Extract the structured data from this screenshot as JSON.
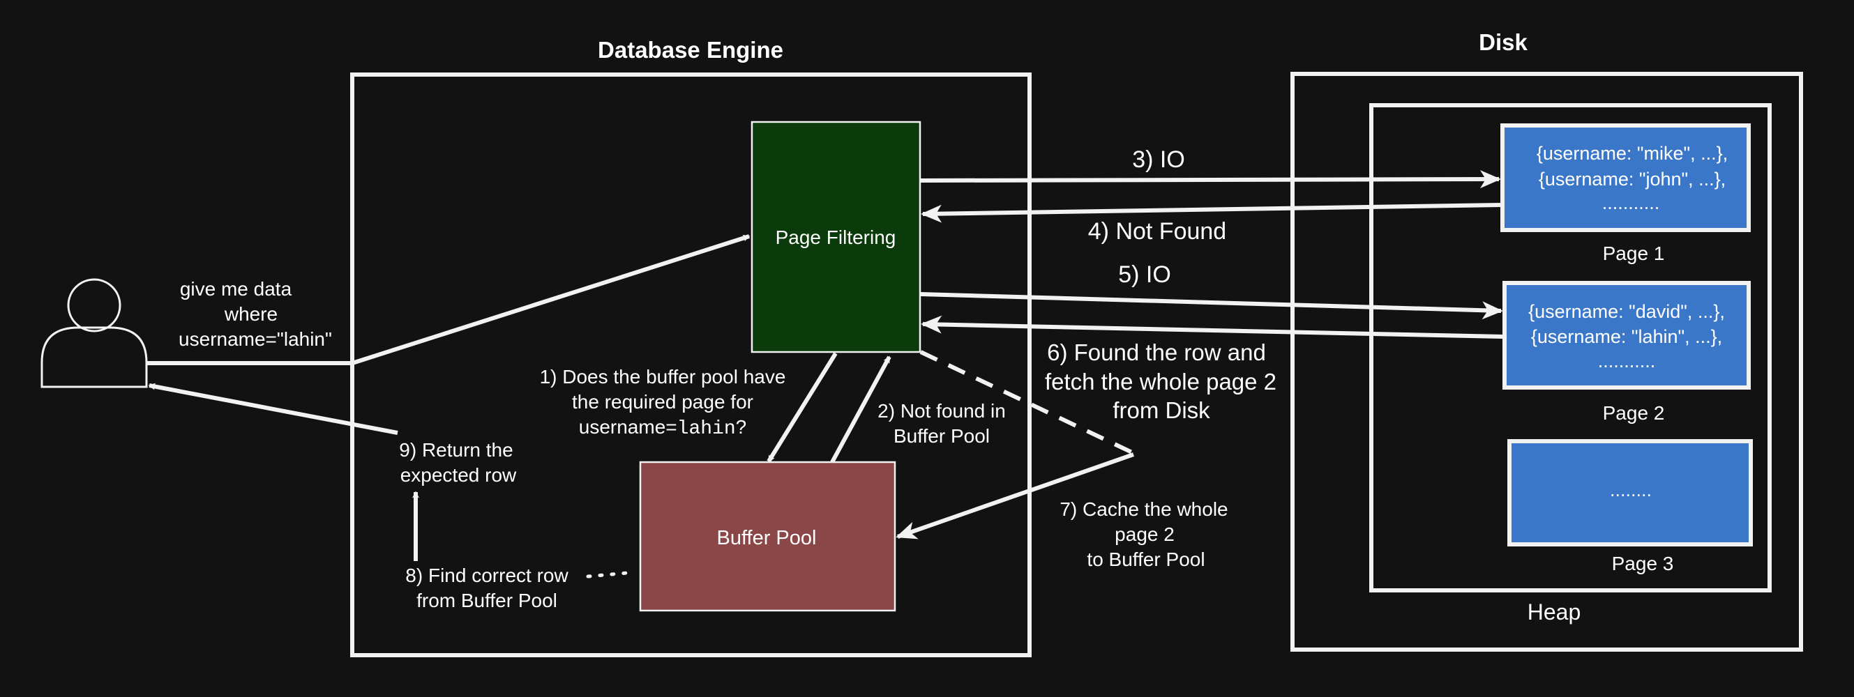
{
  "colors": {
    "background": "#121212",
    "stroke": "#f2f2f2",
    "page_filtering_fill": "#0b3a0b",
    "buffer_pool_fill": "#8b4647",
    "disk_page_fill": "#3b77c8"
  },
  "engine": {
    "title": "Database Engine"
  },
  "disk": {
    "title": "Disk",
    "heap_label": "Heap"
  },
  "user": {
    "icon": "user-icon",
    "request_lines": [
      "give me data",
      "where",
      "username=\"lahin\""
    ]
  },
  "page_filtering": {
    "label": "Page Filtering"
  },
  "buffer_pool": {
    "label": "Buffer Pool"
  },
  "pages": [
    {
      "label": "Page 1",
      "lines": [
        "{username: \"mike\", ...},",
        "{username: \"john\", ...},",
        "..........."
      ]
    },
    {
      "label": "Page 2",
      "lines": [
        "{username: \"david\", ...},",
        "{username: \"lahin\", ...},",
        "..........."
      ]
    },
    {
      "label": "Page 3",
      "lines": [
        "........"
      ]
    }
  ],
  "steps": {
    "s1": {
      "line1": "1) Does the buffer pool have",
      "line2": "the required page for",
      "line3_prefix": "username=",
      "line3_code": "lahin",
      "line3_suffix": "?"
    },
    "s2": [
      "2) Not found in",
      "Buffer Pool"
    ],
    "s3": "3) IO",
    "s4": "4) Not Found",
    "s5": "5) IO",
    "s6": [
      "6) Found the row and",
      "fetch the whole page 2",
      "from Disk"
    ],
    "s7": [
      "7) Cache the  whole",
      "page 2",
      "to Buffer Pool"
    ],
    "s8": [
      "8) Find correct row",
      "from Buffer Pool"
    ],
    "s9": [
      "9) Return the",
      "expected row"
    ]
  }
}
